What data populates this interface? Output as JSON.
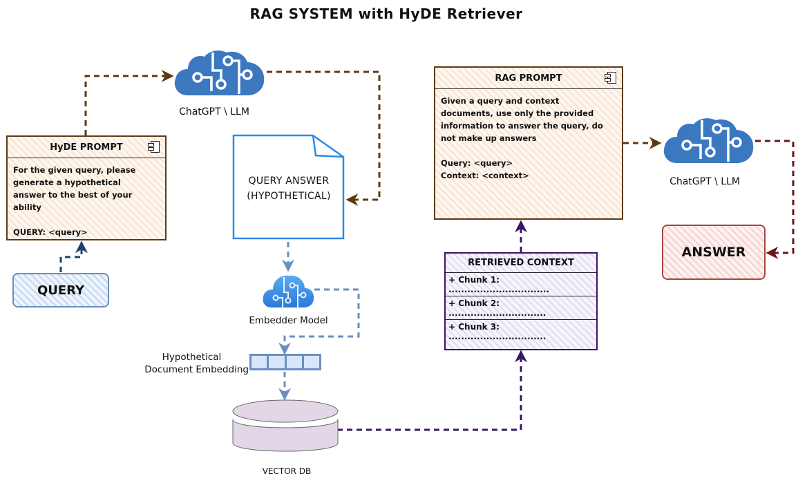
{
  "title": "RAG SYSTEM with HyDE Retriever",
  "colors": {
    "llm_blue": "#3b78c0",
    "embedder_blue": "#3a8ee0",
    "brown_edge": "#5b3a10",
    "dark_red_edge": "#6b1414",
    "purple_edge": "#3a1566",
    "embed_edge": "#6a8ec0",
    "query_edge": "#1f3f6e",
    "doc_border": "#2b8ae6",
    "vector_db_fill": "#e3d6e6"
  },
  "nodes": {
    "query": {
      "label": "QUERY"
    },
    "hyde_prompt": {
      "title": "HyDE PROMPT",
      "icon": "component-icon",
      "lines": [
        "For the given query, please",
        "generate a hypothetical",
        "answer to the best of your",
        "ability",
        "",
        "QUERY: <query>"
      ]
    },
    "llm_1": {
      "label": "ChatGPT \\ LLM",
      "icon": "brain-circuit-cloud-icon"
    },
    "query_answer": {
      "line1": "QUERY ANSWER",
      "line2": "(HYPOTHETICAL)",
      "icon": "document-icon"
    },
    "embedder": {
      "label": "Embedder Model",
      "icon": "circuit-cloud-icon"
    },
    "embedding": {
      "line1": "Hypothetical",
      "line2": "Document Embedding",
      "icon": "vector-icon"
    },
    "vector_db": {
      "label": "VECTOR DB",
      "icon": "database-icon"
    },
    "retrieved_context": {
      "title": "RETRIEVED CONTEXT",
      "chunks": [
        "+ Chunk 1: ................................",
        "+ Chunk 2: ...............................",
        "+ Chunk 3: ..............................."
      ]
    },
    "rag_prompt": {
      "title": "RAG PROMPT",
      "icon": "component-icon",
      "lines": [
        "Given a query and context",
        "documents, use only the provided",
        "information to answer the query, do",
        "not make up answers",
        "",
        "Query: <query>",
        "Context: <context>"
      ]
    },
    "llm_2": {
      "label": "ChatGPT \\ LLM",
      "icon": "brain-circuit-cloud-icon"
    },
    "answer": {
      "label": "ANSWER"
    }
  },
  "edges": [
    {
      "from": "query",
      "to": "hyde_prompt",
      "style": "dashed"
    },
    {
      "from": "hyde_prompt",
      "to": "llm_1",
      "style": "dashed"
    },
    {
      "from": "llm_1",
      "to": "query_answer",
      "style": "dashed"
    },
    {
      "from": "query_answer",
      "to": "embedder",
      "style": "dashed"
    },
    {
      "from": "embedder",
      "to": "embedding",
      "style": "dashed"
    },
    {
      "from": "embedding",
      "to": "vector_db",
      "style": "dashed"
    },
    {
      "from": "vector_db",
      "to": "retrieved_context",
      "style": "dashed"
    },
    {
      "from": "retrieved_context",
      "to": "rag_prompt",
      "style": "dashed"
    },
    {
      "from": "rag_prompt",
      "to": "llm_2",
      "style": "dashed"
    },
    {
      "from": "llm_2",
      "to": "answer",
      "style": "dashed"
    }
  ]
}
